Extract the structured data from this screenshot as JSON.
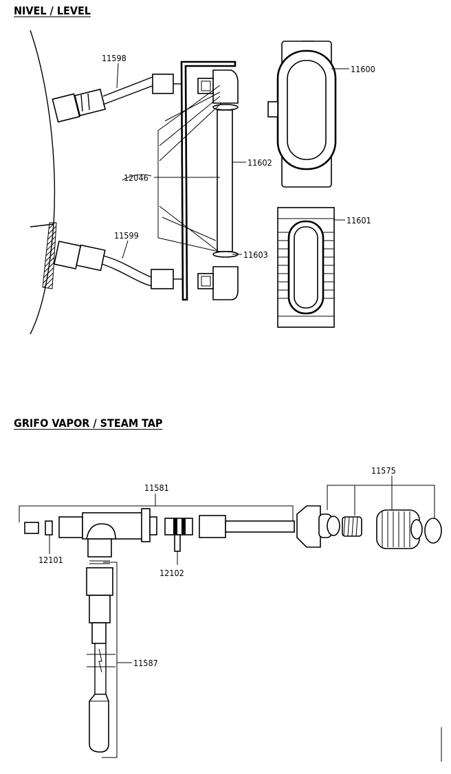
{
  "sections": {
    "level_title": "NIVEL / LEVEL",
    "steam_title": "GRIFO VAPOR / STEAM TAP"
  },
  "level_parts": {
    "p11598": "11598",
    "p11600": "11600",
    "p12046": "12046",
    "p11602": "11602",
    "p11601": "11601",
    "p11599": "11599",
    "p11603": "11603"
  },
  "steam_parts": {
    "p11575": "11575",
    "p11581": "11581",
    "p12101": "12101",
    "p12102": "12102",
    "p11587": "11587"
  }
}
